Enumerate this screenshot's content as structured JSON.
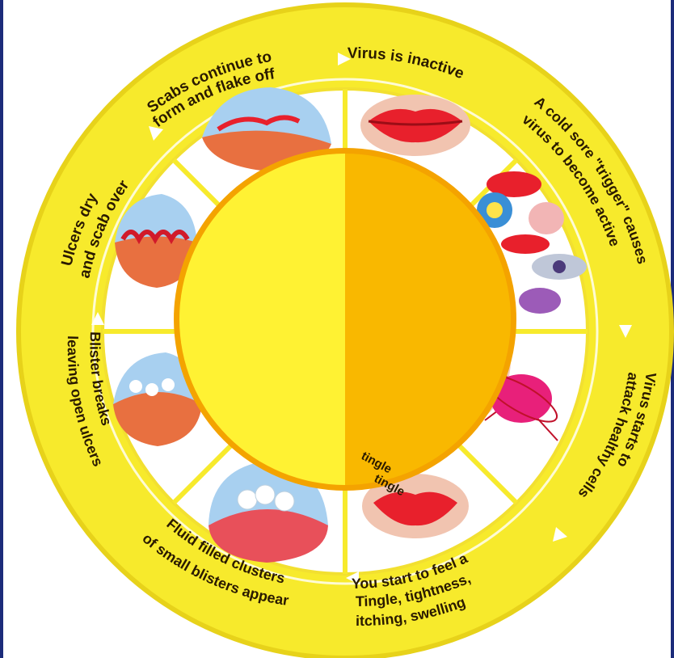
{
  "stages": [
    {
      "id": "inactive",
      "lines": [
        "Virus is inactive"
      ]
    },
    {
      "id": "trigger",
      "lines": [
        "A cold sore \"trigger\" causes",
        "virus to become active"
      ]
    },
    {
      "id": "attack",
      "lines": [
        "Virus starts to",
        "attack healthy cells"
      ]
    },
    {
      "id": "tingle",
      "lines": [
        "You start to feel a",
        "Tingle, tightness,",
        "itching, swelling"
      ]
    },
    {
      "id": "blisters",
      "lines": [
        "Fluid filled clusters",
        "of small blisters appear"
      ]
    },
    {
      "id": "ulcers",
      "lines": [
        "Blister breaks",
        "leaving open ulcers"
      ]
    },
    {
      "id": "scab",
      "lines": [
        "Ulcers dry",
        "and scab over"
      ]
    },
    {
      "id": "flake",
      "lines": [
        "Scabs continue to",
        "form and flake off"
      ]
    }
  ],
  "center_words": [
    "tingle",
    "tingle"
  ],
  "colors": {
    "outer_ring": "#f7ea2c",
    "ring_edge": "#e7d21a",
    "sector_bg": "#ffffff",
    "center_left": "#fff233",
    "center_right": "#f9b800",
    "center_border": "#f4a300",
    "frame": "#1c2b7a"
  },
  "icons": [
    "lips-icon",
    "trigger-icons",
    "skin-virus-icon",
    "lips-swollen-icon",
    "blister-skin-icon",
    "open-ulcer-icon",
    "scab-skin-icon",
    "flaking-skin-icon"
  ]
}
